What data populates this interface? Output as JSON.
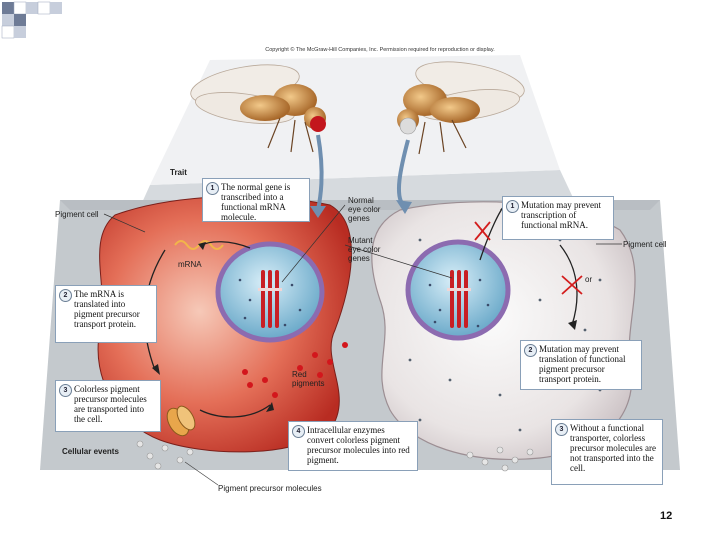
{
  "copyright": "Copyright © The McGraw-Hill Companies, Inc. Permission required for reproduction or display.",
  "labels": {
    "trait": "Trait",
    "cellular_events": "Cellular events",
    "pigment_cell_left": "Pigment cell",
    "pigment_cell_right": "Pigment cell",
    "mrna": "mRNA",
    "normal_genes": "Normal\neye color\ngenes",
    "mutant_genes": "Mutant\neye color\ngenes",
    "red_pigments": "Red\npigments",
    "or": "or",
    "precursor_molecules": "Pigment precursor molecules"
  },
  "steps_left": [
    {
      "num": "1",
      "text": "The normal gene is transcribed into a functional mRNA molecule."
    },
    {
      "num": "2",
      "text": "The mRNA is translated into pigment precursor transport protein."
    },
    {
      "num": "3",
      "text": "Colorless pigment precursor molecules are transported into the cell."
    },
    {
      "num": "4",
      "text": "Intracellular enzymes convert colorless pigment precursor molecules into red pigment."
    }
  ],
  "steps_right": [
    {
      "num": "1",
      "text": "Mutation may prevent transcription of functional mRNA."
    },
    {
      "num": "2",
      "text": "Mutation may prevent translation of functional pigment precursor transport protein."
    },
    {
      "num": "3",
      "text": "Without a functional transporter, colorless precursor molecules are not transported into the cell."
    }
  ],
  "page_number": "12",
  "colors": {
    "slide_accent": "#6e7b96",
    "cell_red": "#d24a3a",
    "cell_gray": "#e6e2e2",
    "nucleus": "#7fb8d6",
    "panel": "#c9ced2"
  }
}
